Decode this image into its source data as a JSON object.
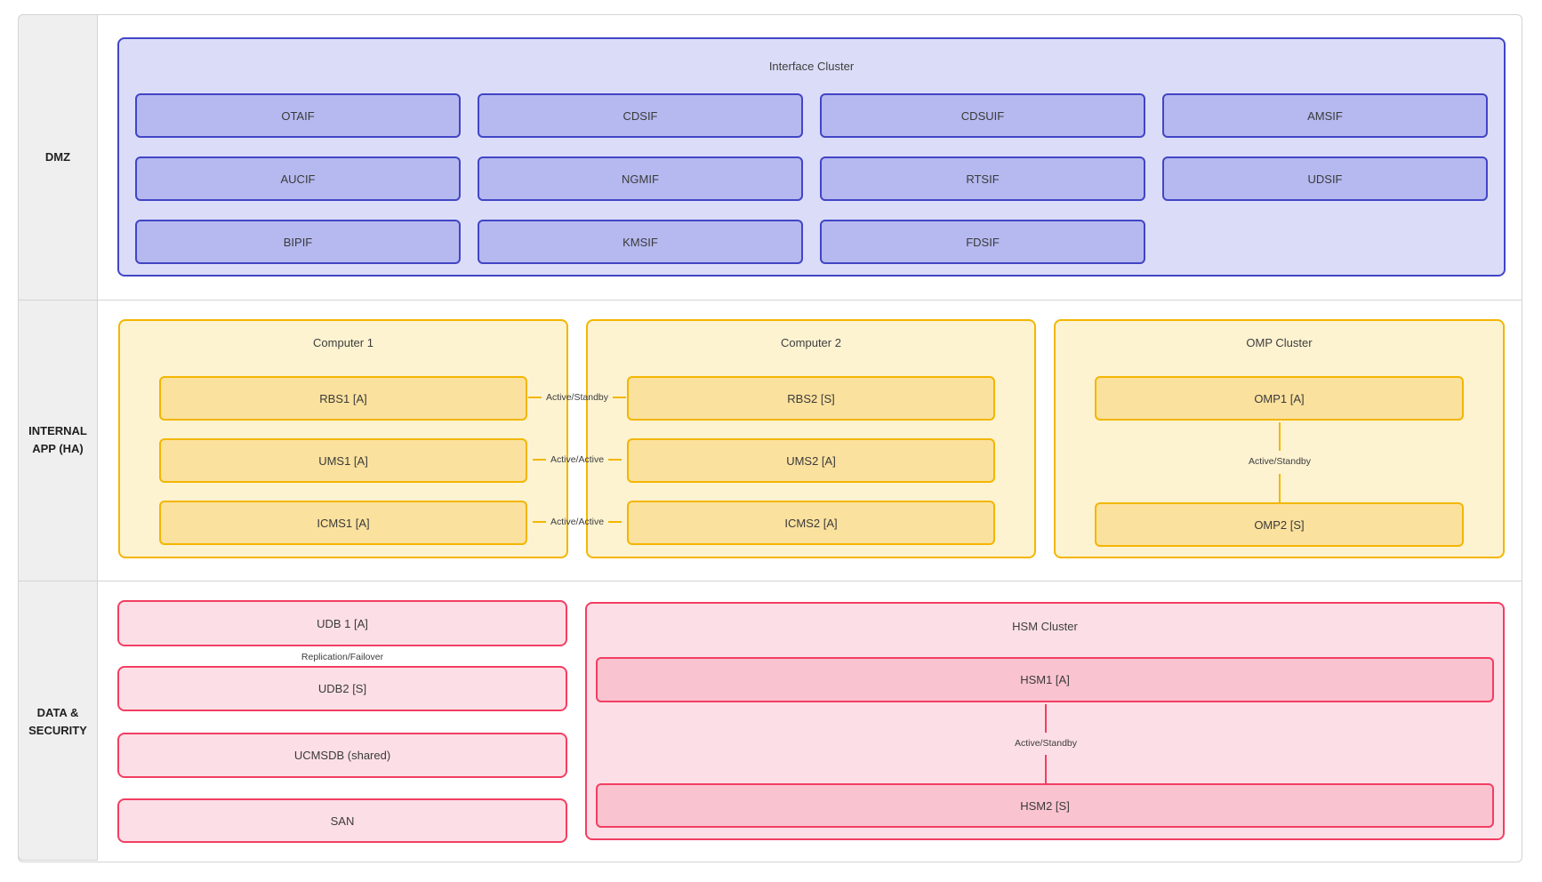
{
  "diagram": {
    "bands": [
      {
        "label": "DMZ"
      },
      {
        "label": "INTERNAL APP (HA)"
      },
      {
        "label": "DATA & SECURITY"
      }
    ],
    "dmz": {
      "interface_cluster": {
        "title": "Interface Cluster",
        "nodes": [
          "OTAIF",
          "CDSIF",
          "CDSUIF",
          "AMSIF",
          "AUCIF",
          "NGMIF",
          "RTSIF",
          "UDSIF",
          "BIPIF",
          "KMSIF",
          "FDSIF"
        ]
      }
    },
    "internal_app": {
      "computer1": {
        "title": "Computer 1",
        "nodes": [
          "RBS1 [A]",
          "UMS1 [A]",
          "ICMS1 [A]"
        ]
      },
      "computer2": {
        "title": "Computer 2",
        "nodes": [
          "RBS2 [S]",
          "UMS2 [A]",
          "ICMS2 [A]"
        ]
      },
      "links": [
        "Active/Standby",
        "Active/Active",
        "Active/Active"
      ],
      "omp_cluster": {
        "title": "OMP Cluster",
        "nodes": [
          "OMP1 [A]",
          "OMP2 [S]"
        ],
        "link": "Active/Standby"
      }
    },
    "data_security": {
      "storage_nodes": [
        "UDB 1 [A]",
        "UDB2 [S]",
        "UCMSDB (shared)",
        "SAN"
      ],
      "replication_link": "Replication/Failover",
      "hsm_cluster": {
        "title": "HSM Cluster",
        "nodes": [
          "HSM1 [A]",
          "HSM2 [S]"
        ],
        "link": "Active/Standby"
      }
    }
  },
  "colors": {
    "frame_border": "#d4d4d4",
    "band_column_bg": "#efefef",
    "blue_border": "#4245c5",
    "blue_cluster_bg": "#dbddf8",
    "blue_node_bg": "#b5b9ef",
    "amber_border": "#f3b600",
    "amber_cluster_bg": "#fdf3d1",
    "amber_node_bg": "#fbe19e",
    "pink_border": "#f23e62",
    "pink_node_bg": "#fcdfe6",
    "pink_dark_node_bg": "#fac3d0",
    "text": "#3a3a3a"
  }
}
